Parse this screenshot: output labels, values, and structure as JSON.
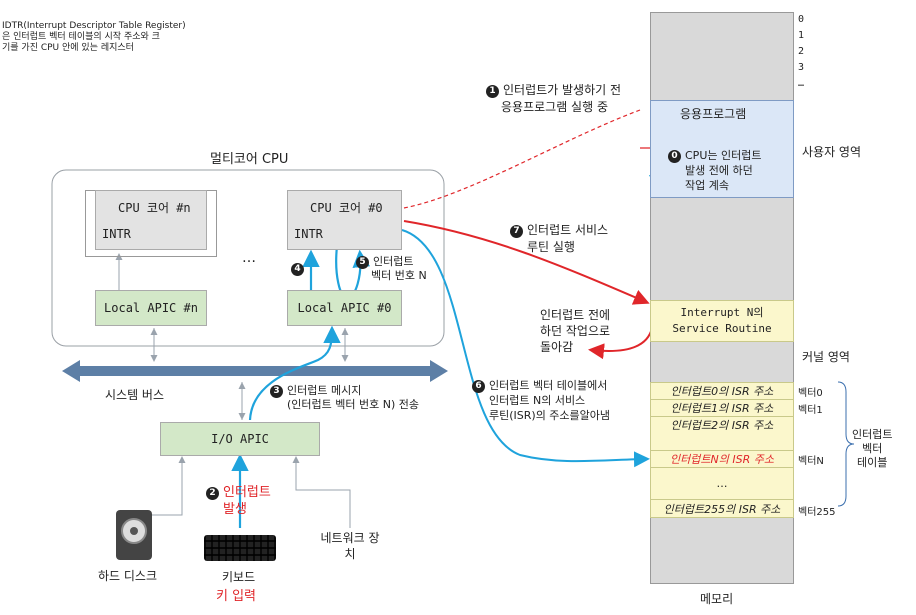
{
  "idtr_note": {
    "line1": "IDTR(Interrupt Descriptor Table Register)",
    "line2": "은 인터럽트 벡터 테이블의 시작 주소와 크",
    "line3": "기를 가진 CPU 안에 있는 레지스터"
  },
  "cpu": {
    "title": "멀티코어 CPU",
    "core_n": "CPU 코어 #n",
    "core_0": "CPU 코어 #0",
    "intr": "INTR",
    "apic_n": "Local APIC #n",
    "apic_0": "Local APIC #0",
    "dots": "…"
  },
  "system_bus": "시스템 버스",
  "io_apic": "I/O APIC",
  "devices": {
    "hdd": "하드 디스크",
    "keyboard": "키보드",
    "key_input": "키 입력",
    "network": "네트워크 장치"
  },
  "steps": {
    "s0_num": "0",
    "s0": "CPU는 인터럽트 발생 전에 하던 작업 계속",
    "s1_num": "1",
    "s1_line1": "인터럽트가 발생하기 전",
    "s1_line2": "응용프로그램 실행 중",
    "s2_num": "2",
    "s2_line1": "인터럽트",
    "s2_line2": "발생",
    "s3_num": "3",
    "s3_line1": "인터럽트 메시지",
    "s3_line2": "(인터럽트 벡터 번호 N) 전송",
    "s4_num": "4",
    "s5_num": "5",
    "s5_line1": "인터럽트",
    "s5_line2": "벡터 번호 N",
    "s6_num": "6",
    "s6_line1": "인터럽트 벡터 테이블에서",
    "s6_line2": "인터럽트 N의 서비스",
    "s6_line3": "루틴(ISR)의 주소를알아냄",
    "s7_num": "7",
    "s7_line1": "인터럽트 서비스",
    "s7_line2": "루틴 실행",
    "return_line1": "인터럽트 전에",
    "return_line2": "하던 작업으로",
    "return_line3": "돌아감"
  },
  "memory": {
    "addresses": [
      "0",
      "1",
      "2",
      "3",
      "…"
    ],
    "app": "응용프로그램",
    "cpu_continue_line1": "CPU는 인터럽트",
    "cpu_continue_line2": "발생 전에 하던",
    "cpu_continue_line3": "작업 계속",
    "isr_line1": "Interrupt N의",
    "isr_line2": "Service Routine",
    "user_area": "사용자 영역",
    "kernel_area": "커널 영역",
    "vector_rows": [
      "인터럽트0의 ISR 주소",
      "인터럽트1의 ISR 주소",
      "인터럽트2의 ISR 주소",
      "인터럽트N의 ISR 주소",
      "…",
      "인터럽트255의 ISR 주소"
    ],
    "vector_labels": [
      "벡터0",
      "벡터1",
      "벡터N",
      "벡터255"
    ],
    "ivt_label_line1": "인터럽트",
    "ivt_label_line2": "벡터",
    "ivt_label_line3": "테이블",
    "caption": "메모리"
  },
  "colors": {
    "red": "#e0262a",
    "blue": "#1fa3dc",
    "grey_box": "#e3e3e3",
    "green_box": "#d3e8c8",
    "mem_app": "#dbe7f7",
    "mem_kernel": "#fbf7cc",
    "mem_bg": "#d9d9d9"
  }
}
